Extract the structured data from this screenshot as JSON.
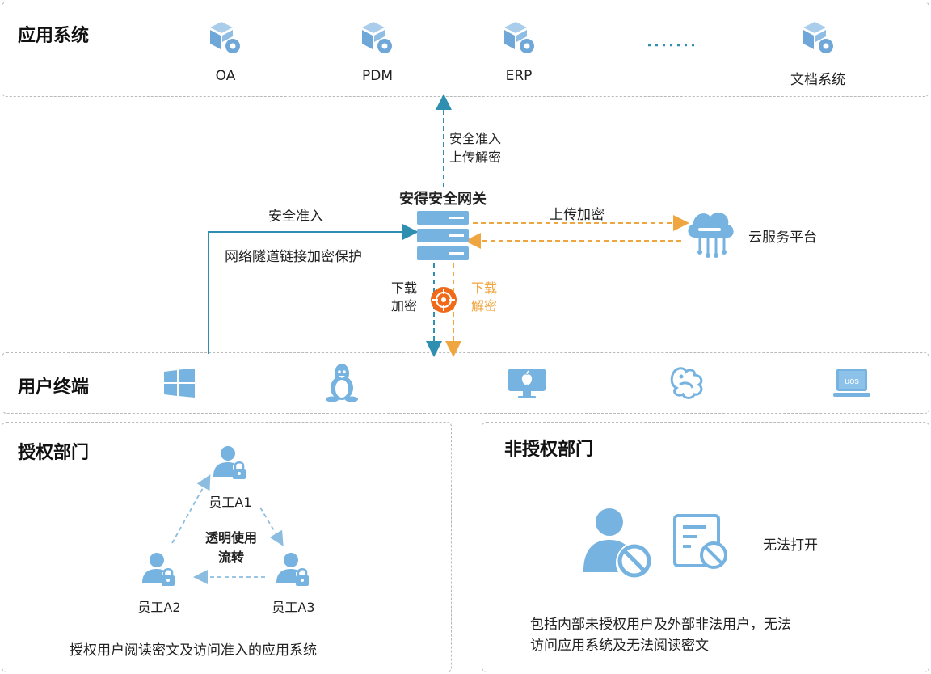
{
  "app_systems": {
    "title": "应用系统",
    "items": [
      {
        "label": "OA",
        "icon": "app-cube-gear-icon"
      },
      {
        "label": "PDM",
        "icon": "app-cube-gear-icon"
      },
      {
        "label": "ERP",
        "icon": "app-cube-gear-icon"
      },
      {
        "label": "文档系统",
        "icon": "app-cube-gear-icon"
      }
    ]
  },
  "gateway": {
    "title": "安得安全网关",
    "up_label_1": "安全准入",
    "up_label_2": "上传解密",
    "left_label_top": "安全准入",
    "left_label_bottom": "网络隧道链接加密保护",
    "right_label_top": "上传加密",
    "down_left_1": "下载",
    "down_left_2": "加密",
    "down_right_1": "下载",
    "down_right_2": "解密"
  },
  "cloud": {
    "label": "云服务平台"
  },
  "terminals": {
    "title": "用户终端",
    "icons": [
      "windows-icon",
      "linux-icon",
      "mac-icon",
      "kylin-dragon-icon",
      "uos-laptop-icon"
    ],
    "uos_text": "uos"
  },
  "authorized": {
    "title": "授权部门",
    "a1": "员工A1",
    "a2": "员工A2",
    "a3": "员工A3",
    "center_1": "透明使用",
    "center_2": "流转",
    "caption": "授权用户阅读密文及访问准入的应用系统"
  },
  "unauthorized": {
    "title": "非授权部门",
    "status": "无法打开",
    "caption_1": "包括内部未授权用户及外部非法用户，无法",
    "caption_2": "访问应用系统及无法阅读密文"
  },
  "colors": {
    "blue": "#4a9fd0",
    "icon_blue": "#76b3e0",
    "orange": "#f0a640",
    "teal_arrow": "#2f8fb0",
    "red_circle": "#f06a1a",
    "panel_border": "#b9b9b9"
  }
}
